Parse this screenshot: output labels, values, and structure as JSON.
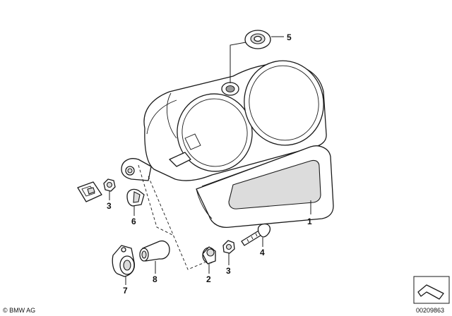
{
  "callouts": {
    "c1": "1",
    "c2": "2",
    "c3a": "3",
    "c3b": "3",
    "c4": "4",
    "c5": "5",
    "c6": "6",
    "c7": "7",
    "c8": "8"
  },
  "footer": {
    "copyright": "© BMW AG",
    "diagram_id": "00209863"
  }
}
